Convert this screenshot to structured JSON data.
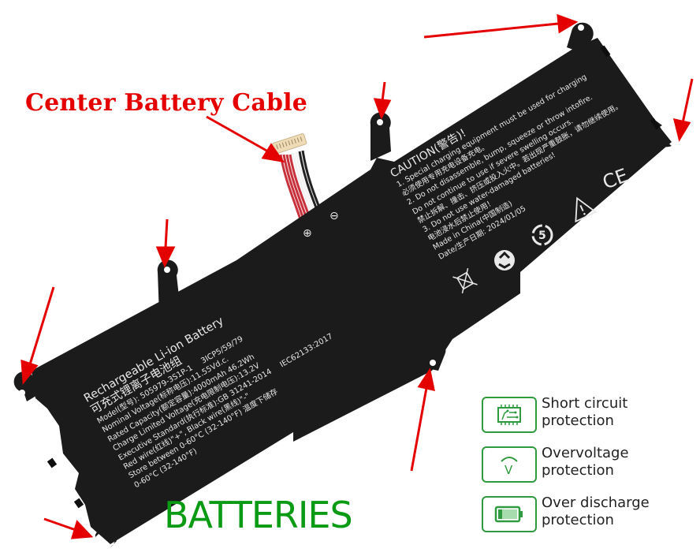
{
  "annotation": {
    "title": "Center Battery Cable",
    "arrow_color": "#e50000"
  },
  "battery": {
    "body_color": "#1c1b1c",
    "terminal_plus": "⊕",
    "terminal_minus": "⊖",
    "caution": {
      "heading": "CAUTION(警告)!",
      "lines": [
        "1. Special charging equipment must be used for charging",
        "必须使用专用充电设备充电。",
        "2. Do not disassemble, bump, squeeze or throw intofire.",
        "Do not continue to use if severe swelling occurs.",
        "禁止拆解、撞击、挤压或投入火中。若出现严重鼓胀，请勿继续使用。",
        "3. Do not use water-damaged batteries!",
        "电池浸水后禁止使用！",
        "Made in China(中国制造)",
        "Date/生产日期: 2024/01/05"
      ],
      "icons": [
        "weee-bin-icon",
        "recycle-icon",
        "rohs-5-icon",
        "warning-triangle-icon",
        "ce-mark-icon"
      ],
      "ce_text": "CE",
      "rohs_text": "5"
    },
    "spec": {
      "heading": "Rechargeable Li-ion Battery",
      "heading_cn": "可充式锂离子电池组",
      "lines": [
        [
          "Model(型号): 505979-3S1P-1",
          "3ICP5/59/79"
        ],
        [
          "Nominal Voltage(标称电压):11.55Vd.c."
        ],
        [
          "Rated Capacity(额定容量):4000mAh  46.2Wh"
        ],
        [
          "Charge Limited Voltage(充电限制电压):13.2V"
        ],
        [
          "Executive Standard(执行标准):GB 31241-2014",
          "IEC62133:2017"
        ],
        [
          "Red wire(红线)\"+\", Black wire(黑线)\"-\""
        ],
        [
          "Store between 0-60°C (32-140°F) 温度下储存"
        ],
        [
          "0-60°C (32-140°F)"
        ]
      ]
    }
  },
  "watermark": "BATTERIES",
  "features": [
    {
      "icon": "circuit-board-icon",
      "line1": "Short circuit",
      "line2": "protection"
    },
    {
      "icon": "voltage-gauge-icon",
      "line1": "Overvoltage",
      "line2": "protection",
      "glyph": "V"
    },
    {
      "icon": "battery-low-icon",
      "line1": "Over discharge",
      "line2": "protection"
    }
  ],
  "colors": {
    "feature_green": "#2f9a3f",
    "watermark_green": "#0a9a14"
  }
}
